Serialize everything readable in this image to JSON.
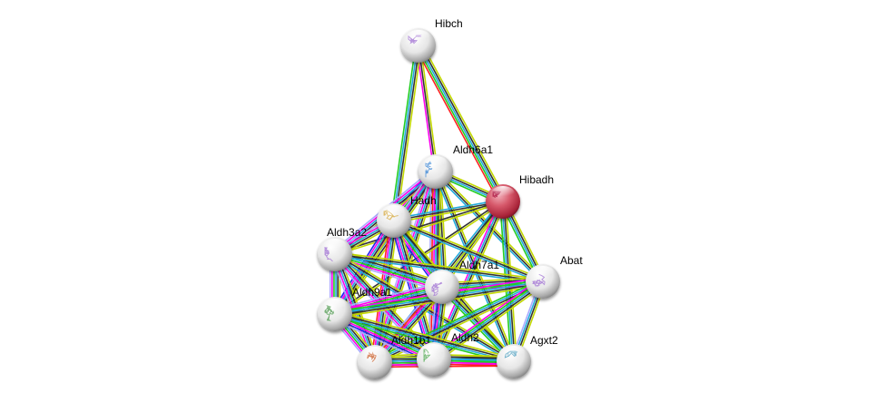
{
  "network": {
    "query_protein": "Hibadh",
    "evidence_colors": {
      "textmining": "#c2d800",
      "coexpression": "#333333",
      "database": "#22aadd",
      "experiments": "#ff00ee",
      "neighborhood": "#22cc22",
      "fusion": "#ff2222",
      "cooccurrence": "#2222ee",
      "homology": "#aaaaff"
    },
    "nodes": [
      {
        "id": "Hibch",
        "label": "Hibch",
        "query": false,
        "structure_color": "#a87cd6"
      },
      {
        "id": "Aldh6a1",
        "label": "Aldh6a1",
        "query": false,
        "structure_color": "#4a8fd8"
      },
      {
        "id": "Hibadh",
        "label": "Hibadh",
        "query": true,
        "structure_color": "#b0204a"
      },
      {
        "id": "Hadh",
        "label": "Hadh",
        "query": false,
        "structure_color": "#d8b050"
      },
      {
        "id": "Aldh3a2",
        "label": "Aldh3a2",
        "query": false,
        "structure_color": "#a87cd6"
      },
      {
        "id": "Aldh7a1",
        "label": "Aldh7a1",
        "query": false,
        "structure_color": "#a87cd6"
      },
      {
        "id": "Abat",
        "label": "Abat",
        "query": false,
        "structure_color": "#a87cd6"
      },
      {
        "id": "Aldh9a1",
        "label": "Aldh9a1",
        "query": false,
        "structure_color": "#5aa05a"
      },
      {
        "id": "Aldh1b1",
        "label": "Aldh1b1",
        "query": false,
        "structure_color": "#d07040"
      },
      {
        "id": "Aldh2",
        "label": "Aldh2",
        "query": false,
        "structure_color": "#60b060"
      },
      {
        "id": "Agxt2",
        "label": "Agxt2",
        "query": false,
        "structure_color": "#50a0c0"
      }
    ],
    "edges": [
      {
        "source": "Hibch",
        "target": "Hibadh",
        "evidence": [
          "textmining",
          "coexpression",
          "database",
          "neighborhood",
          "fusion"
        ]
      },
      {
        "source": "Hibch",
        "target": "Aldh6a1",
        "evidence": [
          "textmining",
          "coexpression",
          "experiments"
        ]
      },
      {
        "source": "Hibch",
        "target": "Hadh",
        "evidence": [
          "textmining",
          "coexpression",
          "database",
          "neighborhood"
        ]
      },
      {
        "source": "Aldh6a1",
        "target": "Hibadh",
        "evidence": [
          "textmining",
          "coexpression",
          "database",
          "neighborhood"
        ]
      },
      {
        "source": "Aldh6a1",
        "target": "Hadh",
        "evidence": [
          "textmining",
          "coexpression",
          "database",
          "neighborhood",
          "experiments",
          "cooccurrence"
        ]
      },
      {
        "source": "Aldh6a1",
        "target": "Aldh3a2",
        "evidence": [
          "textmining",
          "coexpression",
          "database",
          "experiments",
          "homology"
        ]
      },
      {
        "source": "Aldh6a1",
        "target": "Aldh7a1",
        "evidence": [
          "textmining",
          "coexpression",
          "database",
          "neighborhood",
          "experiments",
          "homology"
        ]
      },
      {
        "source": "Aldh6a1",
        "target": "Aldh9a1",
        "evidence": [
          "textmining",
          "coexpression",
          "database",
          "experiments",
          "homology"
        ]
      },
      {
        "source": "Aldh6a1",
        "target": "Aldh1b1",
        "evidence": [
          "textmining",
          "coexpression",
          "database",
          "experiments",
          "homology"
        ]
      },
      {
        "source": "Aldh6a1",
        "target": "Aldh2",
        "evidence": [
          "textmining",
          "coexpression",
          "database",
          "experiments",
          "fusion",
          "homology"
        ]
      },
      {
        "source": "Aldh6a1",
        "target": "Abat",
        "evidence": [
          "textmining",
          "coexpression",
          "database"
        ]
      },
      {
        "source": "Aldh6a1",
        "target": "Agxt2",
        "evidence": [
          "textmining",
          "coexpression",
          "database"
        ]
      },
      {
        "source": "Hibadh",
        "target": "Hadh",
        "evidence": [
          "textmining",
          "coexpression",
          "database"
        ]
      },
      {
        "source": "Hibadh",
        "target": "Aldh3a2",
        "evidence": [
          "textmining",
          "coexpression"
        ]
      },
      {
        "source": "Hibadh",
        "target": "Aldh7a1",
        "evidence": [
          "textmining",
          "coexpression",
          "database"
        ]
      },
      {
        "source": "Hibadh",
        "target": "Abat",
        "evidence": [
          "textmining",
          "coexpression",
          "database",
          "neighborhood"
        ]
      },
      {
        "source": "Hibadh",
        "target": "Aldh9a1",
        "evidence": [
          "textmining",
          "coexpression"
        ]
      },
      {
        "source": "Hibadh",
        "target": "Aldh1b1",
        "evidence": [
          "textmining",
          "coexpression",
          "database"
        ]
      },
      {
        "source": "Hibadh",
        "target": "Aldh2",
        "evidence": [
          "textmining",
          "coexpression",
          "database",
          "experiments"
        ]
      },
      {
        "source": "Hibadh",
        "target": "Agxt2",
        "evidence": [
          "textmining",
          "coexpression",
          "database",
          "neighborhood"
        ]
      },
      {
        "source": "Hadh",
        "target": "Aldh3a2",
        "evidence": [
          "textmining",
          "coexpression",
          "database",
          "experiments",
          "homology"
        ]
      },
      {
        "source": "Hadh",
        "target": "Aldh7a1",
        "evidence": [
          "textmining",
          "coexpression",
          "database",
          "neighborhood",
          "experiments",
          "cooccurrence"
        ]
      },
      {
        "source": "Hadh",
        "target": "Aldh9a1",
        "evidence": [
          "textmining",
          "coexpression",
          "database",
          "experiments",
          "cooccurrence"
        ]
      },
      {
        "source": "Hadh",
        "target": "Aldh1b1",
        "evidence": [
          "textmining",
          "coexpression",
          "database",
          "experiments",
          "fusion"
        ]
      },
      {
        "source": "Hadh",
        "target": "Aldh2",
        "evidence": [
          "textmining",
          "coexpression",
          "database",
          "experiments",
          "cooccurrence"
        ]
      },
      {
        "source": "Hadh",
        "target": "Abat",
        "evidence": [
          "textmining",
          "coexpression",
          "database"
        ]
      },
      {
        "source": "Hadh",
        "target": "Agxt2",
        "evidence": [
          "textmining",
          "coexpression",
          "database"
        ]
      },
      {
        "source": "Aldh3a2",
        "target": "Aldh7a1",
        "evidence": [
          "textmining",
          "coexpression",
          "database",
          "neighborhood",
          "experiments",
          "homology"
        ]
      },
      {
        "source": "Aldh3a2",
        "target": "Aldh9a1",
        "evidence": [
          "textmining",
          "coexpression",
          "database",
          "neighborhood",
          "experiments",
          "homology"
        ]
      },
      {
        "source": "Aldh3a2",
        "target": "Aldh1b1",
        "evidence": [
          "textmining",
          "coexpression",
          "database",
          "experiments",
          "homology"
        ]
      },
      {
        "source": "Aldh3a2",
        "target": "Aldh2",
        "evidence": [
          "textmining",
          "coexpression",
          "database",
          "experiments",
          "homology"
        ]
      },
      {
        "source": "Aldh3a2",
        "target": "Abat",
        "evidence": [
          "textmining",
          "coexpression",
          "database"
        ]
      },
      {
        "source": "Aldh3a2",
        "target": "Agxt2",
        "evidence": [
          "textmining",
          "coexpression",
          "database"
        ]
      },
      {
        "source": "Aldh7a1",
        "target": "Abat",
        "evidence": [
          "textmining",
          "coexpression",
          "database",
          "neighborhood",
          "experiments"
        ]
      },
      {
        "source": "Aldh7a1",
        "target": "Aldh9a1",
        "evidence": [
          "textmining",
          "coexpression",
          "database",
          "neighborhood",
          "experiments",
          "homology"
        ]
      },
      {
        "source": "Aldh7a1",
        "target": "Aldh1b1",
        "evidence": [
          "textmining",
          "coexpression",
          "database",
          "experiments",
          "fusion",
          "homology"
        ]
      },
      {
        "source": "Aldh7a1",
        "target": "Aldh2",
        "evidence": [
          "textmining",
          "coexpression",
          "database",
          "experiments",
          "cooccurrence",
          "homology"
        ]
      },
      {
        "source": "Aldh7a1",
        "target": "Agxt2",
        "evidence": [
          "textmining",
          "coexpression",
          "database",
          "neighborhood"
        ]
      },
      {
        "source": "Abat",
        "target": "Aldh9a1",
        "evidence": [
          "textmining",
          "coexpression",
          "database",
          "neighborhood",
          "experiments"
        ]
      },
      {
        "source": "Abat",
        "target": "Aldh1b1",
        "evidence": [
          "textmining",
          "coexpression",
          "database",
          "neighborhood"
        ]
      },
      {
        "source": "Abat",
        "target": "Aldh2",
        "evidence": [
          "textmining",
          "coexpression",
          "database",
          "neighborhood",
          "experiments"
        ]
      },
      {
        "source": "Abat",
        "target": "Agxt2",
        "evidence": [
          "textmining",
          "coexpression",
          "database",
          "homology"
        ]
      },
      {
        "source": "Aldh9a1",
        "target": "Aldh1b1",
        "evidence": [
          "textmining",
          "coexpression",
          "database",
          "neighborhood",
          "experiments",
          "homology"
        ]
      },
      {
        "source": "Aldh9a1",
        "target": "Aldh2",
        "evidence": [
          "textmining",
          "coexpression",
          "database",
          "neighborhood",
          "experiments",
          "cooccurrence",
          "homology"
        ]
      },
      {
        "source": "Aldh9a1",
        "target": "Agxt2",
        "evidence": [
          "textmining",
          "coexpression",
          "database",
          "neighborhood"
        ]
      },
      {
        "source": "Aldh1b1",
        "target": "Aldh2",
        "evidence": [
          "textmining",
          "coexpression",
          "database",
          "neighborhood",
          "experiments",
          "fusion",
          "homology"
        ]
      },
      {
        "source": "Aldh1b1",
        "target": "Agxt2",
        "evidence": [
          "textmining",
          "coexpression",
          "database",
          "neighborhood",
          "experiments",
          "fusion"
        ]
      },
      {
        "source": "Aldh2",
        "target": "Agxt2",
        "evidence": [
          "textmining",
          "coexpression",
          "database",
          "neighborhood",
          "experiments",
          "fusion"
        ]
      }
    ]
  }
}
